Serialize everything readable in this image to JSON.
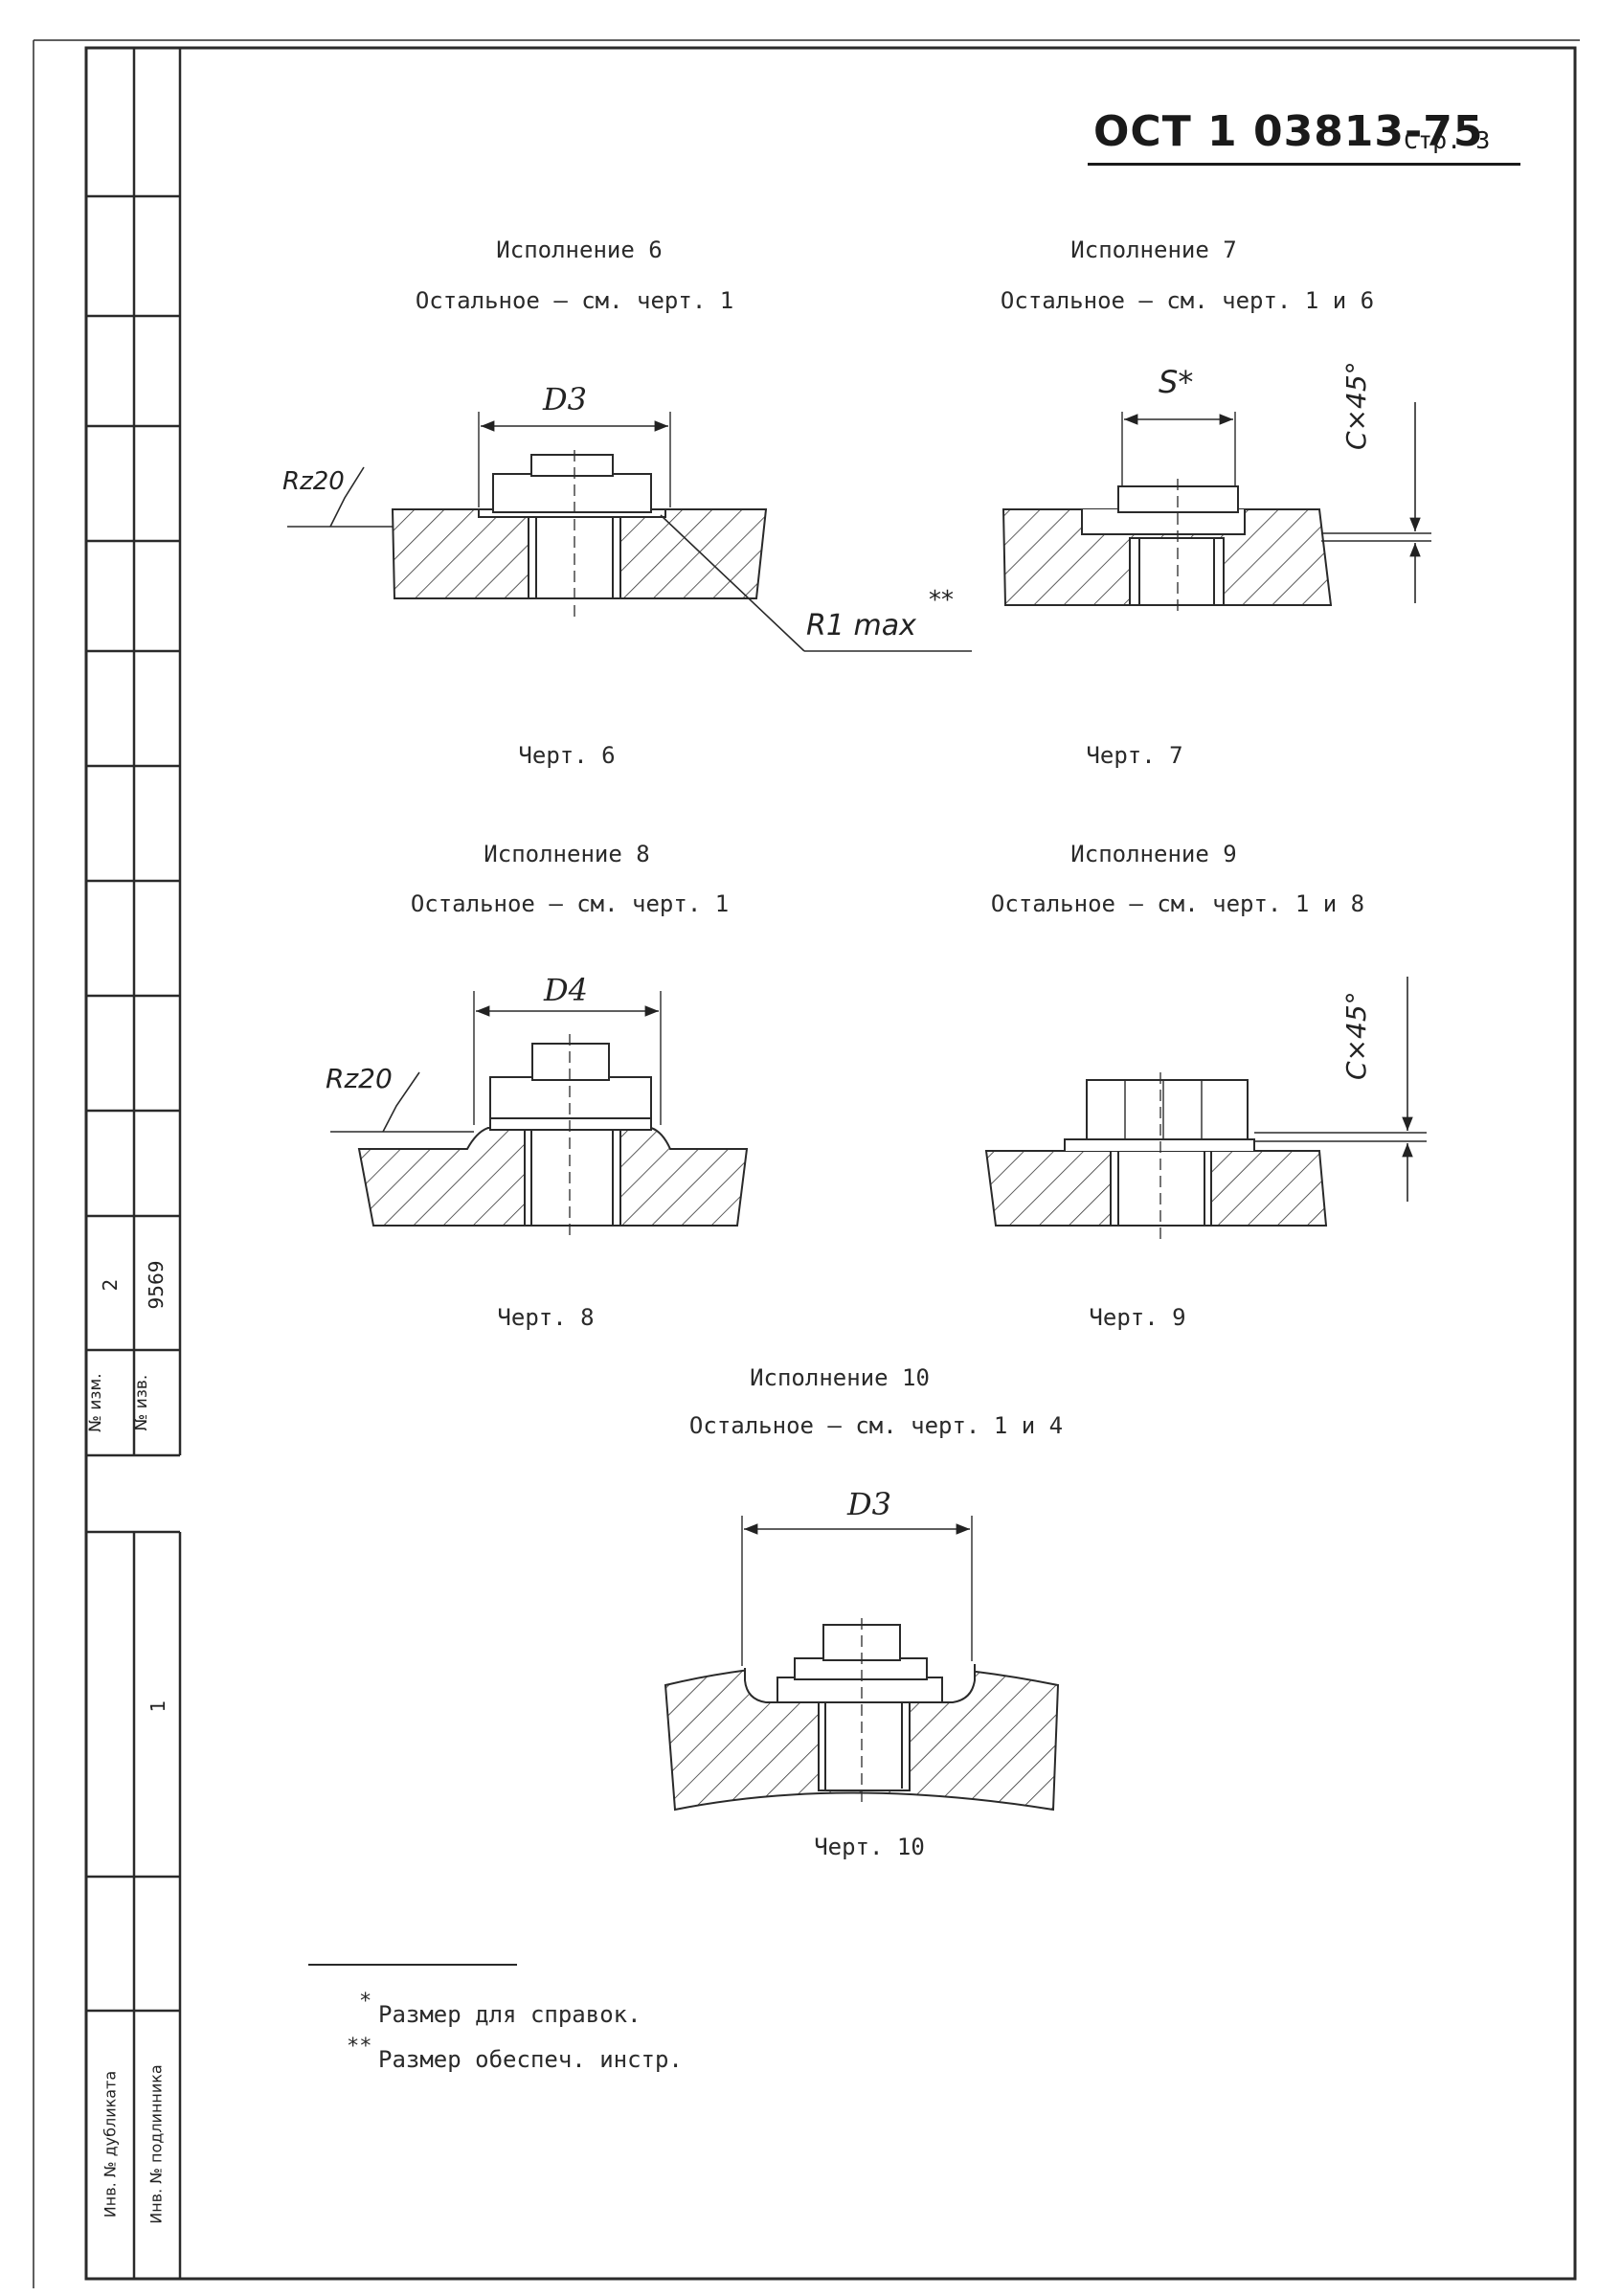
{
  "header": {
    "standard_code": "ОСТ 1 03813-75",
    "page_label": "Стр. 3"
  },
  "figures": [
    {
      "title": "Исполнение 6",
      "subtitle": "Остальное – см. черт. 1",
      "caption": "Черт. 6",
      "labels": {
        "dim": "D3",
        "rough": "Rz20",
        "radius": "R1 max",
        "radius_mark": "**"
      }
    },
    {
      "title": "Исполнение 7",
      "subtitle": "Остальное – см. черт. 1 и 6",
      "caption": "Черт. 7",
      "labels": {
        "dim": "S*",
        "chamfer": "C×45°"
      }
    },
    {
      "title": "Исполнение 8",
      "subtitle": "Остальное – см. черт. 1",
      "caption": "Черт. 8",
      "labels": {
        "dim": "D4",
        "rough": "Rz20"
      }
    },
    {
      "title": "Исполнение 9",
      "subtitle": "Остальное – см. черт. 1 и 8",
      "caption": "Черт. 9",
      "labels": {
        "chamfer": "C×45°"
      }
    },
    {
      "title": "Исполнение 10",
      "subtitle": "Остальное – см. черт. 1 и 4",
      "caption": "Черт. 10",
      "labels": {
        "dim": "D3"
      }
    }
  ],
  "footnotes": [
    {
      "mark": "*",
      "text": "Размер для справок."
    },
    {
      "mark": "**",
      "text": "Размер обеспеч. инстр."
    }
  ],
  "sidebar": {
    "change_no_label": "№ изм.",
    "change_no_value": "2",
    "notice_no_label": "№ изв.",
    "notice_no_value": "9569",
    "inv_label": "",
    "inv_value": "1",
    "dup_label": "Инв. № дубликата",
    "orig_label": "Инв. № подлинника"
  }
}
